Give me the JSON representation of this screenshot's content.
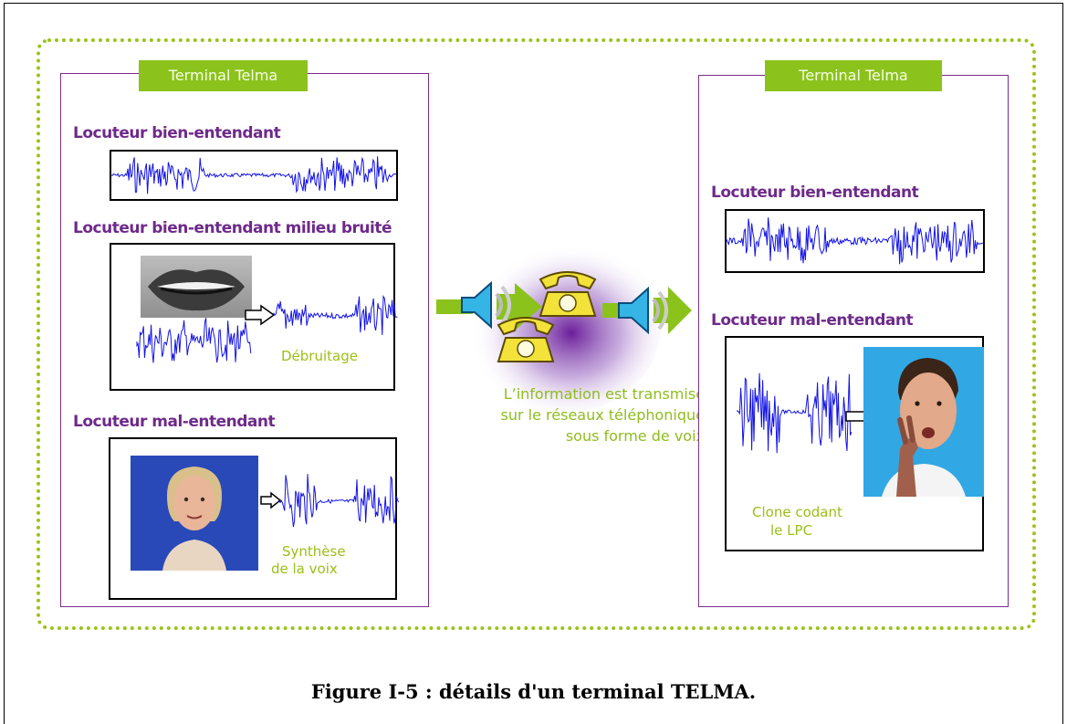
{
  "left_panel": {
    "tag": "Terminal Telma",
    "label_1": "Locuteur bien-entendant",
    "label_2": "Locuteur bien-entendant milieu bruité",
    "label_3": "Locuteur mal-entendant",
    "debruitage": "Débruitage",
    "synthese_1": "Synthèse",
    "synthese_2": "de la voix"
  },
  "center": {
    "line_1": "L’information est transmise",
    "line_2": "sur le réseaux téléphonique",
    "line_3": "sous forme de voix"
  },
  "right_panel": {
    "tag": "Terminal Telma",
    "label_1": "Locuteur bien-entendant",
    "label_2": "Locuteur mal-entendant",
    "clone_1": "Clone codant",
    "clone_2": "le LPC"
  },
  "caption": "Figure I-5 : détails d'un terminal TELMA.",
  "colors": {
    "accent_green": "#8cc21c",
    "purple": "#6e2a8a",
    "wave_blue": "#1212e6",
    "phone_yellow": "#f2e23a"
  }
}
